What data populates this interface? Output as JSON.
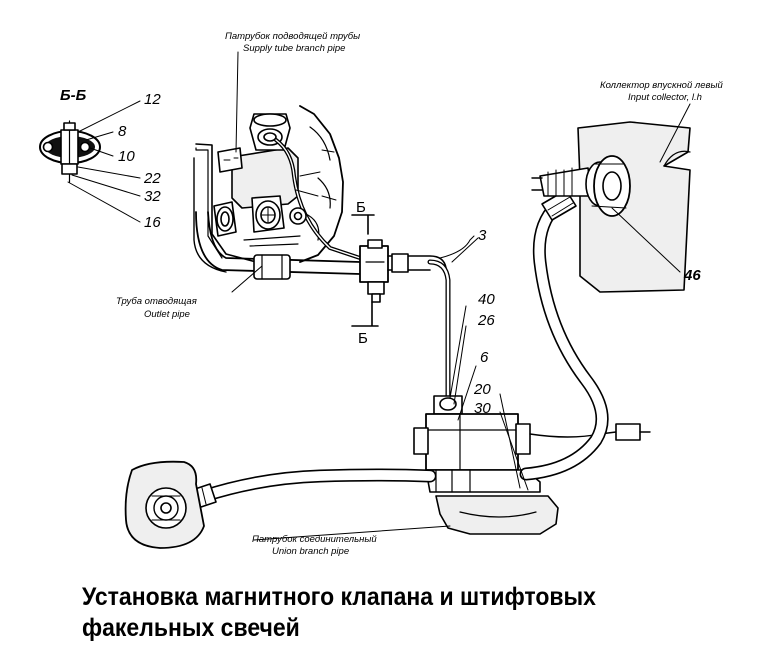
{
  "caption": {
    "line1": "Установка магнитного клапана и штифтовых",
    "line2": "факельных свечей"
  },
  "labels": {
    "supply": {
      "ru": "Патрубок подводящей трубы",
      "en": "Supply tube branch pipe"
    },
    "collector": {
      "ru": "Коллектор впускной левый",
      "en": "Input collector, l.h"
    },
    "outlet": {
      "ru": "Труба отводящая",
      "en": "Outlet pipe"
    },
    "union": {
      "ru": "Патрубок соединительный",
      "en": "Union branch pipe"
    }
  },
  "section": {
    "title": "Б-Б",
    "mark_top": "Б",
    "mark_bottom": "Б"
  },
  "parts": {
    "p12": "12",
    "p8": "8",
    "p10": "10",
    "p22": "22",
    "p32": "32",
    "p16": "16",
    "p3": "3",
    "p40": "40",
    "p26": "26",
    "p6": "6",
    "p20": "20",
    "p30": "30",
    "p46": "46"
  },
  "colors": {
    "ink": "#000000",
    "paper": "#ffffff",
    "fill": "#efefef"
  }
}
